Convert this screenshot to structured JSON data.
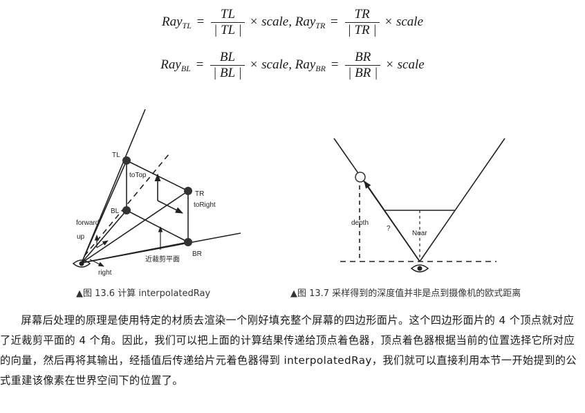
{
  "formula": {
    "line1": {
      "lhs1": "Ray",
      "sub1": "TL",
      "num1": "TL",
      "den1": "| TL |",
      "mult1": "× scale,",
      "lhs2": "Ray",
      "sub2": "TR",
      "num2": "TR",
      "den2": "| TR |",
      "mult2": "× scale"
    },
    "line2": {
      "lhs1": "Ray",
      "sub1": "BL",
      "num1": "BL",
      "den1": "| BL |",
      "mult1": "× scale,",
      "lhs2": "Ray",
      "sub2": "BR",
      "num2": "BR",
      "den2": "| BR |",
      "mult2": "× scale"
    }
  },
  "figure1": {
    "labels": {
      "tl": "TL",
      "tr": "TR",
      "bl": "BL",
      "br": "BR",
      "to_top": "toTop",
      "to_right": "toRight",
      "forward": "forward",
      "up": "up",
      "right": "right",
      "near_plane": "近裁剪平面"
    }
  },
  "figure2": {
    "labels": {
      "depth": "depth",
      "question": "?",
      "near": "Near"
    }
  },
  "captions": {
    "fig1": "▲图 13.6  计算 interpolatedRay",
    "fig2": "▲图 13.7  采样得到的深度值并非是点到摄像机的欧式距离"
  },
  "body": {
    "paragraph": "屏幕后处理的原理是使用特定的材质去渲染一个刚好填充整个屏幕的四边形面片。这个四边形面片的 4 个顶点就对应了近裁剪平面的 4 个角。因此，我们可以把上面的计算结果传递给顶点着色器，顶点着色器根据当前的位置选择它所对应的向量，然后再将其输出，经插值后传递给片元着色器得到 interpolatedRay，我们就可以直接利用本节一开始提到的公式重建该像素在世界空间下的位置了。"
  }
}
